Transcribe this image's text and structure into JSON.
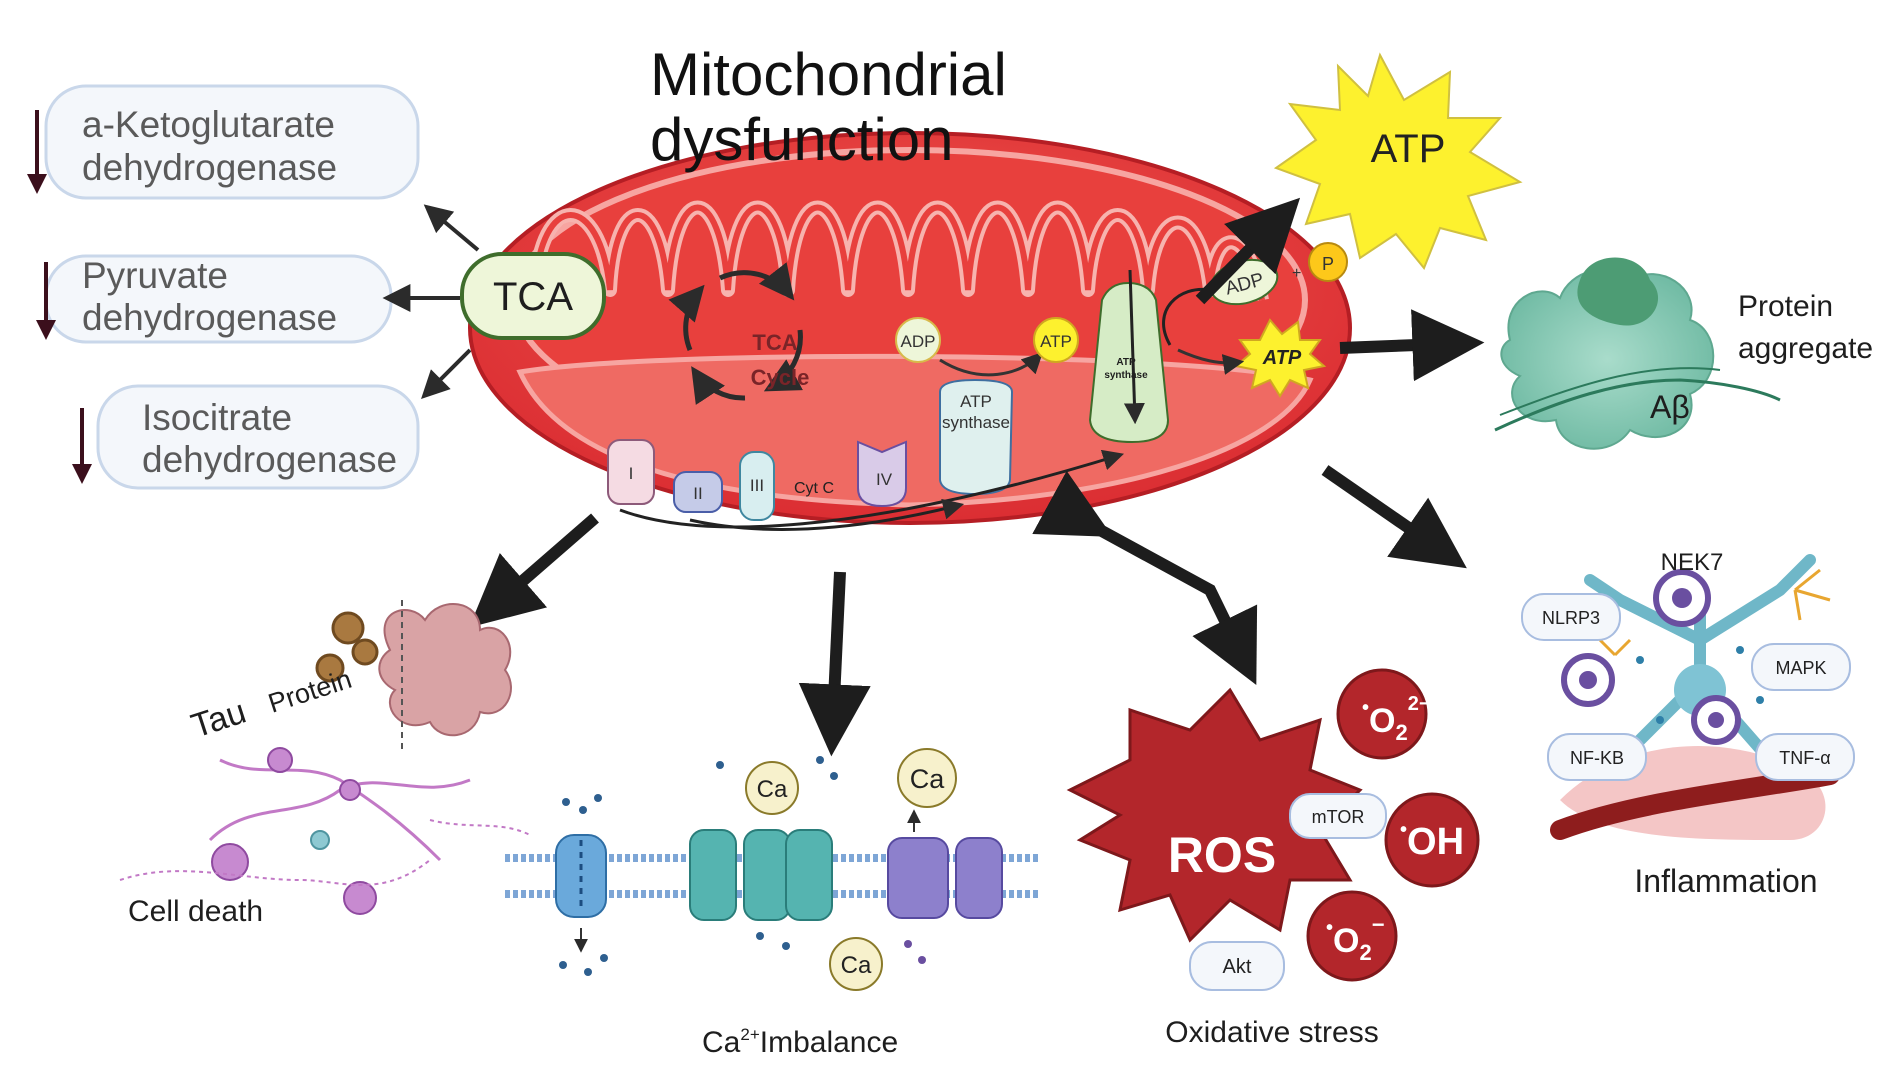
{
  "title": {
    "line1": "Mitochondrial",
    "line2": "dysfunction"
  },
  "enzymes": [
    {
      "line1": "a-Ketoglutarate",
      "line2": "dehydrogenase"
    },
    {
      "line1": "Pyruvate",
      "line2": "dehydrogenase"
    },
    {
      "line1": "Isocitrate",
      "line2": "dehydrogenase"
    }
  ],
  "mito": {
    "tca_box": "TCA",
    "tca_cycle": {
      "line1": "TCA",
      "line2": "Cycle"
    },
    "adp": "ADP",
    "atp": "ATP",
    "atp_synthase_small": {
      "line1": "ATP",
      "line2": "synthase"
    },
    "atp_synthase_large": {
      "line1": "ATP",
      "line2": "synthase"
    },
    "adp_right": "ADP",
    "plus": "+",
    "p": "P",
    "atp_burst_small": "ATP",
    "complexes": [
      "I",
      "II",
      "III",
      "IV"
    ],
    "cyt_c": "Cyt C"
  },
  "atp_burst": "ATP",
  "protein_aggregate": {
    "line1": "Protein",
    "line2": "aggregate",
    "abeta": "Aβ"
  },
  "inflammation": {
    "nek7": "NEK7",
    "nlrp3": "NLRP3",
    "mapk": "MAPK",
    "nfkb": "NF-KB",
    "tnfa": "TNF-α",
    "label": "Inflammation"
  },
  "cell_death": {
    "tau": "Tau",
    "protein": "Protein",
    "label": "Cell  death"
  },
  "calcium": {
    "ca": "Ca",
    "label_pre": "Ca",
    "label_sup": "2+",
    "label_post": "Imbalance"
  },
  "ros": {
    "label": "ROS",
    "mtor": "mTOR",
    "akt": "Akt",
    "o2_2minus": {
      "dot": "•",
      "base": "O",
      "sub": "2",
      "sup": "2−"
    },
    "oh": {
      "dot": "•",
      "base": "OH"
    },
    "o2_minus": {
      "dot": "•",
      "base": "O",
      "sub": "2",
      "sup": "−"
    },
    "stress_label": "Oxidative  stress"
  },
  "colors": {
    "mito_outer": "#e2353a",
    "mito_inner": "#f0655f",
    "mito_cristae": "#f6a4a0",
    "atp_yellow": "#fdf12e",
    "ros_red": "#b3262b",
    "enzyme_box_fill": "#f4f7fb",
    "enzyme_box_stroke": "#c9d7ea",
    "tca_fill": "#eef6d9",
    "tca_stroke": "#3f6d2c",
    "arrow_dark": "#1d1d1d",
    "down_arrow": "#3b0f1c"
  }
}
